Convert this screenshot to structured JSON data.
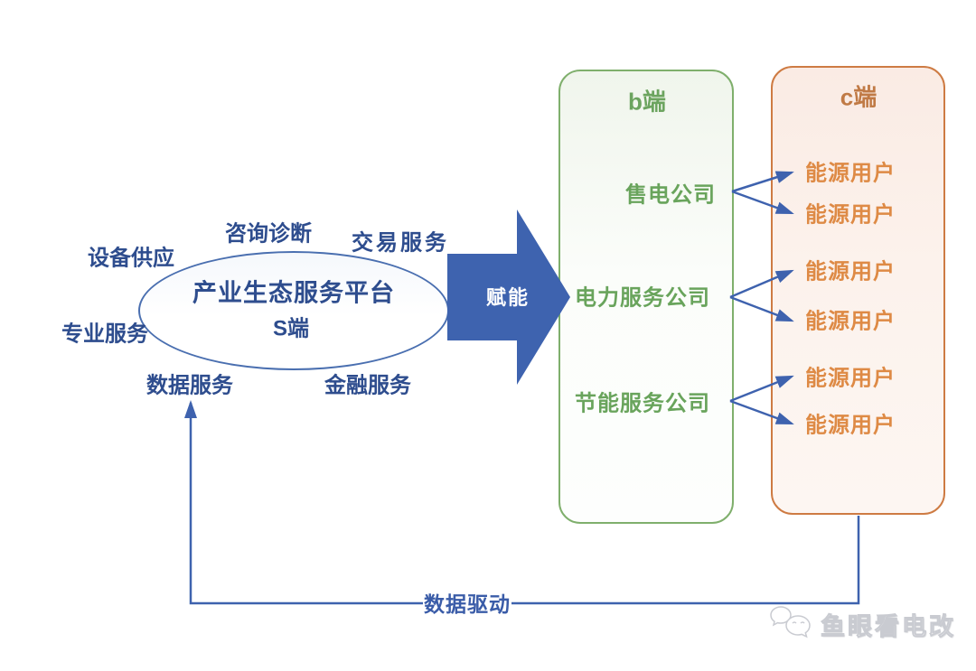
{
  "colors": {
    "blue_text": "#2E4D8E",
    "blue_arrow": "#3E62AE",
    "green_border": "#7FAF6C",
    "green_text": "#69A45C",
    "orange_border": "#CE7B43",
    "orange_text": "#DE8A45"
  },
  "platform": {
    "title": "产业生态服务平台",
    "subtitle": "S端",
    "services": [
      {
        "label": "设备供应"
      },
      {
        "label": "咨询诊断"
      },
      {
        "label": "交易服务"
      },
      {
        "label": "专业服务"
      },
      {
        "label": "数据服务"
      },
      {
        "label": "金融服务"
      }
    ]
  },
  "empower_arrow": {
    "label": "赋能"
  },
  "b_side": {
    "title": "b端",
    "companies": [
      {
        "label": "售电公司"
      },
      {
        "label": "电力服务公司"
      },
      {
        "label": "节能服务公司"
      }
    ]
  },
  "c_side": {
    "title": "c端",
    "users": [
      {
        "label": "能源用户"
      },
      {
        "label": "能源用户"
      },
      {
        "label": "能源用户"
      },
      {
        "label": "能源用户"
      },
      {
        "label": "能源用户"
      },
      {
        "label": "能源用户"
      }
    ]
  },
  "feedback": {
    "label": "数据驱动"
  },
  "watermark": {
    "label": "鱼眼看电改"
  }
}
